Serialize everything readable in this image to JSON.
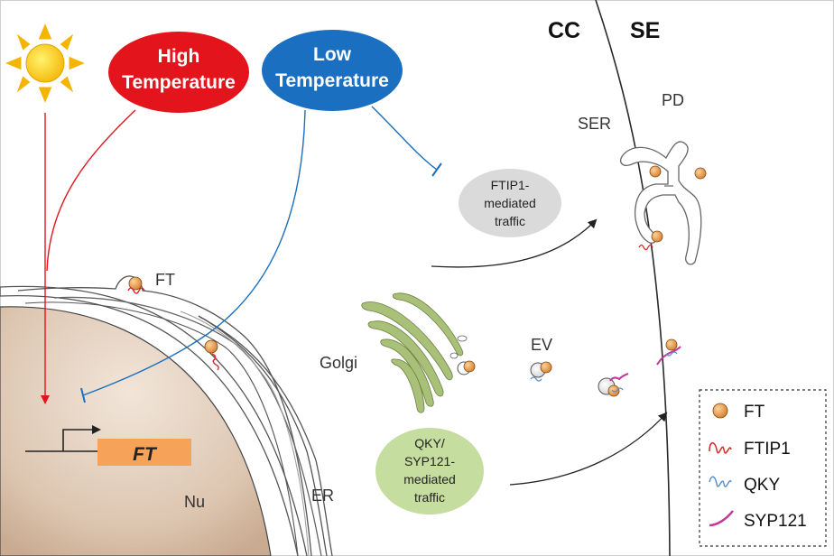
{
  "labels": {
    "cc": "CC",
    "se": "SE",
    "high_temp_line1": "High",
    "high_temp_line2": "Temperature",
    "low_temp_line1": "Low",
    "low_temp_line2": "Temperature",
    "pd": "PD",
    "ser": "SER",
    "ft_membrane": "FT",
    "ftip1_traffic_line1": "FTIP1-",
    "ftip1_traffic_line2": "mediated",
    "ftip1_traffic_line3": "traffic",
    "golgi": "Golgi",
    "ev": "EV",
    "qky_traffic_line1": "QKY/",
    "qky_traffic_line2": "SYP121-",
    "qky_traffic_line3": "mediated",
    "qky_traffic_line4": "traffic",
    "gene": "FT",
    "nucleus": "Nu",
    "er": "ER"
  },
  "legend": {
    "items": [
      {
        "label": "FT",
        "icon": "ft-protein-icon"
      },
      {
        "label": "FTIP1",
        "icon": "ftip1-coil-icon"
      },
      {
        "label": "QKY",
        "icon": "qky-coil-icon"
      },
      {
        "label": "SYP121",
        "icon": "syp121-line-icon"
      }
    ]
  },
  "colors": {
    "high_temp": "#e3141b",
    "low_temp": "#1a6fc0",
    "ft_protein": "#f0a04b",
    "ftip1": "#d62a2a",
    "qky": "#5c8fc9",
    "syp121": "#c0399c",
    "golgi": "#a9c079",
    "gene_box": "#f6a258",
    "ftip1_bubble": "#dadada",
    "qky_bubble": "#c6dda0",
    "nucleus": "#e0cdbc"
  }
}
